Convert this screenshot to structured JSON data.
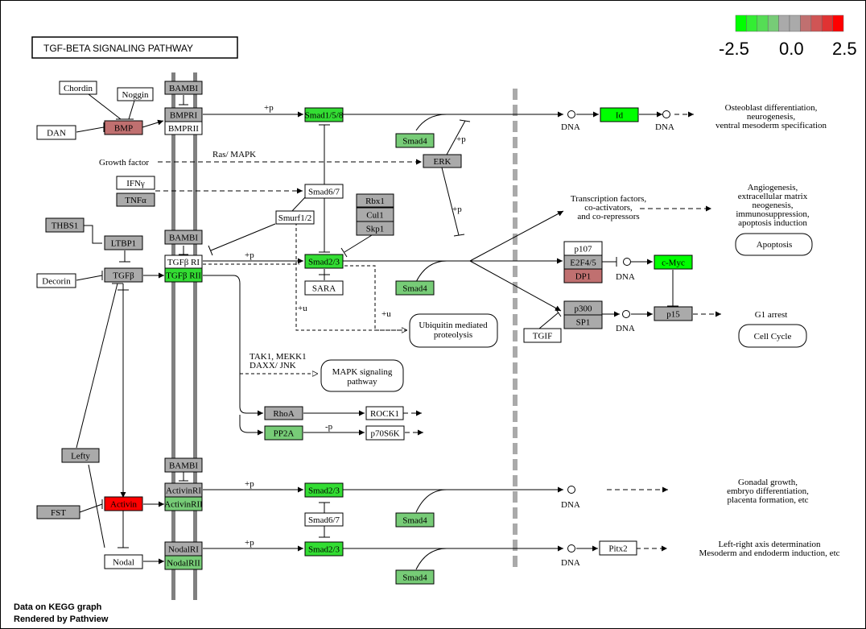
{
  "title": "TGF-BETA  SIGNALING  PATHWAY",
  "legend": {
    "min_label": "-2.5",
    "mid_label": "0.0",
    "max_label": "2.5",
    "colors": [
      "#00ff00",
      "#33ee33",
      "#55dd55",
      "#77cc77",
      "#aaaaaa",
      "#aaaaaa",
      "#c07070",
      "#d05555",
      "#e03333",
      "#ff0000"
    ]
  },
  "footer": {
    "line1": "Data on KEGG graph",
    "line2": "Rendered by Pathview"
  },
  "node_colors": {
    "white": "#ffffff",
    "gray": "#aaaaaa",
    "green": "#77cc77",
    "bright_green": "#00ff00",
    "mid_green": "#33dd33",
    "red": "#ff0000",
    "pink": "#c07070"
  },
  "nodes": {
    "chordin": "Chordin",
    "noggin": "Noggin",
    "dan": "DAN",
    "bmp": "BMP",
    "bambi1": "BAMBI",
    "bmpri": "BMPRI",
    "bmprii": "BMPRII",
    "smad158": "Smad1/5/8",
    "smad4_1": "Smad4",
    "erk": "ERK",
    "growth_factor": "Growth factor",
    "ras_mapk": "Ras/ MAPK",
    "ifny": "IFNγ",
    "tnfa": "TNFα",
    "smad67_1": "Smad6/7",
    "smurf12": "Smurf1/2",
    "rbx1": "Rbx1",
    "cul1": "Cul1",
    "skp1": "Skp1",
    "thbs1": "THBS1",
    "ltbp1": "LTBP1",
    "bambi2": "BAMBI",
    "tgfbri": "TGFβ RI",
    "tgfbrii": "TGFβ RII",
    "decorin": "Decorin",
    "tgfb": "TGFβ",
    "smad23_1": "Smad2/3",
    "sara": "SARA",
    "smad4_2": "Smad4",
    "ubiq_line1": "Ubiquitin mediated",
    "ubiq_line2": "proteolysis",
    "tak1_line1": "TAK1, MEKK1",
    "tak1_line2": "DAXX/ JNK",
    "mapk_line1": "MAPK signaling",
    "mapk_line2": "pathway",
    "rhoa": "RhoA",
    "rock1": "ROCK1",
    "pp2a": "PP2A",
    "p70s6k": "p70S6K",
    "lefty": "Lefty",
    "bambi3": "BAMBI",
    "activinri": "ActivinRI",
    "activinrii": "ActivinRII",
    "fst": "FST",
    "activin": "Activin",
    "smad23_2": "Smad2/3",
    "smad67_2": "Smad6/7",
    "smad4_3": "Smad4",
    "nodal": "Nodal",
    "nodalri": "NodalRI",
    "nodalrii": "NodalRII",
    "smad23_3": "Smad2/3",
    "smad4_4": "Smad4",
    "id": "Id",
    "p107": "p107",
    "e2f45": "E2F4/5",
    "dp1": "DP1",
    "cmyc": "c-Myc",
    "tgif": "TGIF",
    "p300": "p300",
    "sp1": "SP1",
    "p15": "p15",
    "pitx2": "Pitx2",
    "apoptosis": "Apoptosis",
    "cell_cycle": "Cell Cycle"
  },
  "labels": {
    "plus_p": "+p",
    "minus_p": "-p",
    "plus_u": "+u",
    "dna": "DNA",
    "osteo1": "Osteoblast differentiation,",
    "osteo2": "neurogenesis,",
    "osteo3": "ventral mesoderm specification",
    "tf1": "Transcription factors,",
    "tf2": "co-activators,",
    "tf3": "and co-repressors",
    "angio1": "Angiogenesis,",
    "angio2": "extracellular matrix",
    "angio3": "neogenesis,",
    "angio4": "immunosuppression,",
    "angio5": "apoptosis induction",
    "g1": "G1 arrest",
    "gonad1": "Gonadal growth,",
    "gonad2": "embryo differentiation,",
    "gonad3": "placenta formation, etc",
    "lr1": "Left-right axis determination",
    "lr2": "Mesoderm and endoderm induction, etc"
  }
}
